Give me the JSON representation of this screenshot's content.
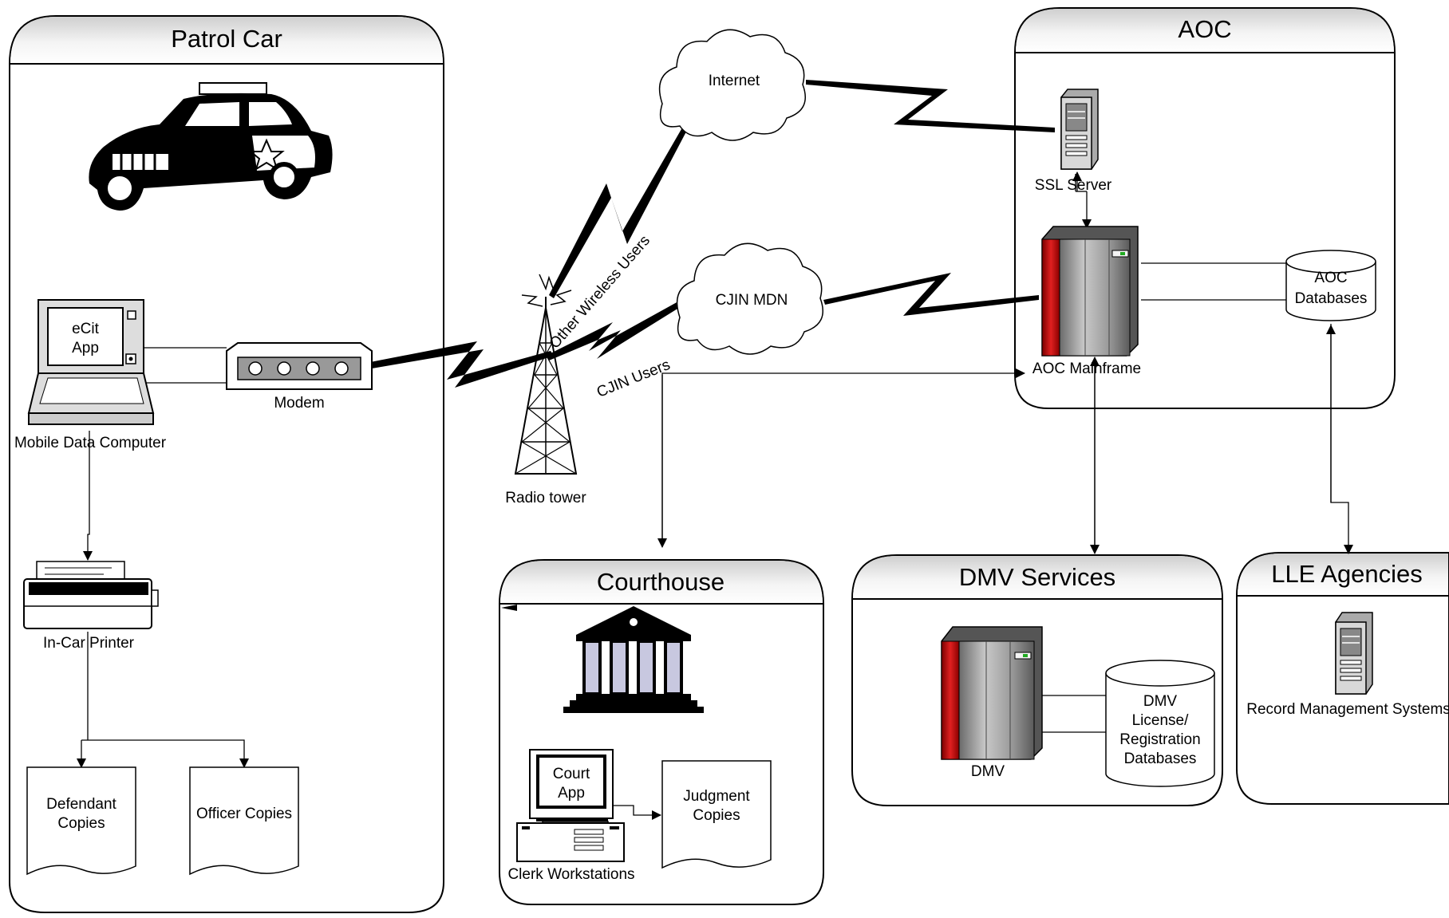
{
  "groups": {
    "patrol_car": "Patrol Car",
    "aoc": "AOC",
    "courthouse": "Courthouse",
    "dmv_services": "DMV Services",
    "lle_agencies": "LLE Agencies"
  },
  "nodes": {
    "mdc_screen_line1": "eCit",
    "mdc_screen_line2": "App",
    "mobile_data_computer": "Mobile Data Computer",
    "modem": "Modem",
    "in_car_printer": "In-Car Printer",
    "defendant_copies_line1": "Defendant",
    "defendant_copies_line2": "Copies",
    "officer_copies": "Officer Copies",
    "radio_tower": "Radio tower",
    "internet": "Internet",
    "cjin_mdn": "CJIN MDN",
    "ssl_server": "SSL Server",
    "aoc_mainframe": "AOC Mainframe",
    "aoc_databases_line1": "AOC",
    "aoc_databases_line2": "Databases",
    "court_app_line1": "Court",
    "court_app_line2": "App",
    "clerk_workstations": "Clerk Workstations",
    "judgment_copies_line1": "Judgment",
    "judgment_copies_line2": "Copies",
    "dmv": "DMV",
    "dmv_db_line1": "DMV",
    "dmv_db_line2": "License/",
    "dmv_db_line3": "Registration",
    "dmv_db_line4": "Databases",
    "record_management_systems": "Record Management Systems"
  },
  "edges": {
    "other_wireless_users": "Other Wireless Users",
    "cjin_users": "CJIN Users"
  }
}
